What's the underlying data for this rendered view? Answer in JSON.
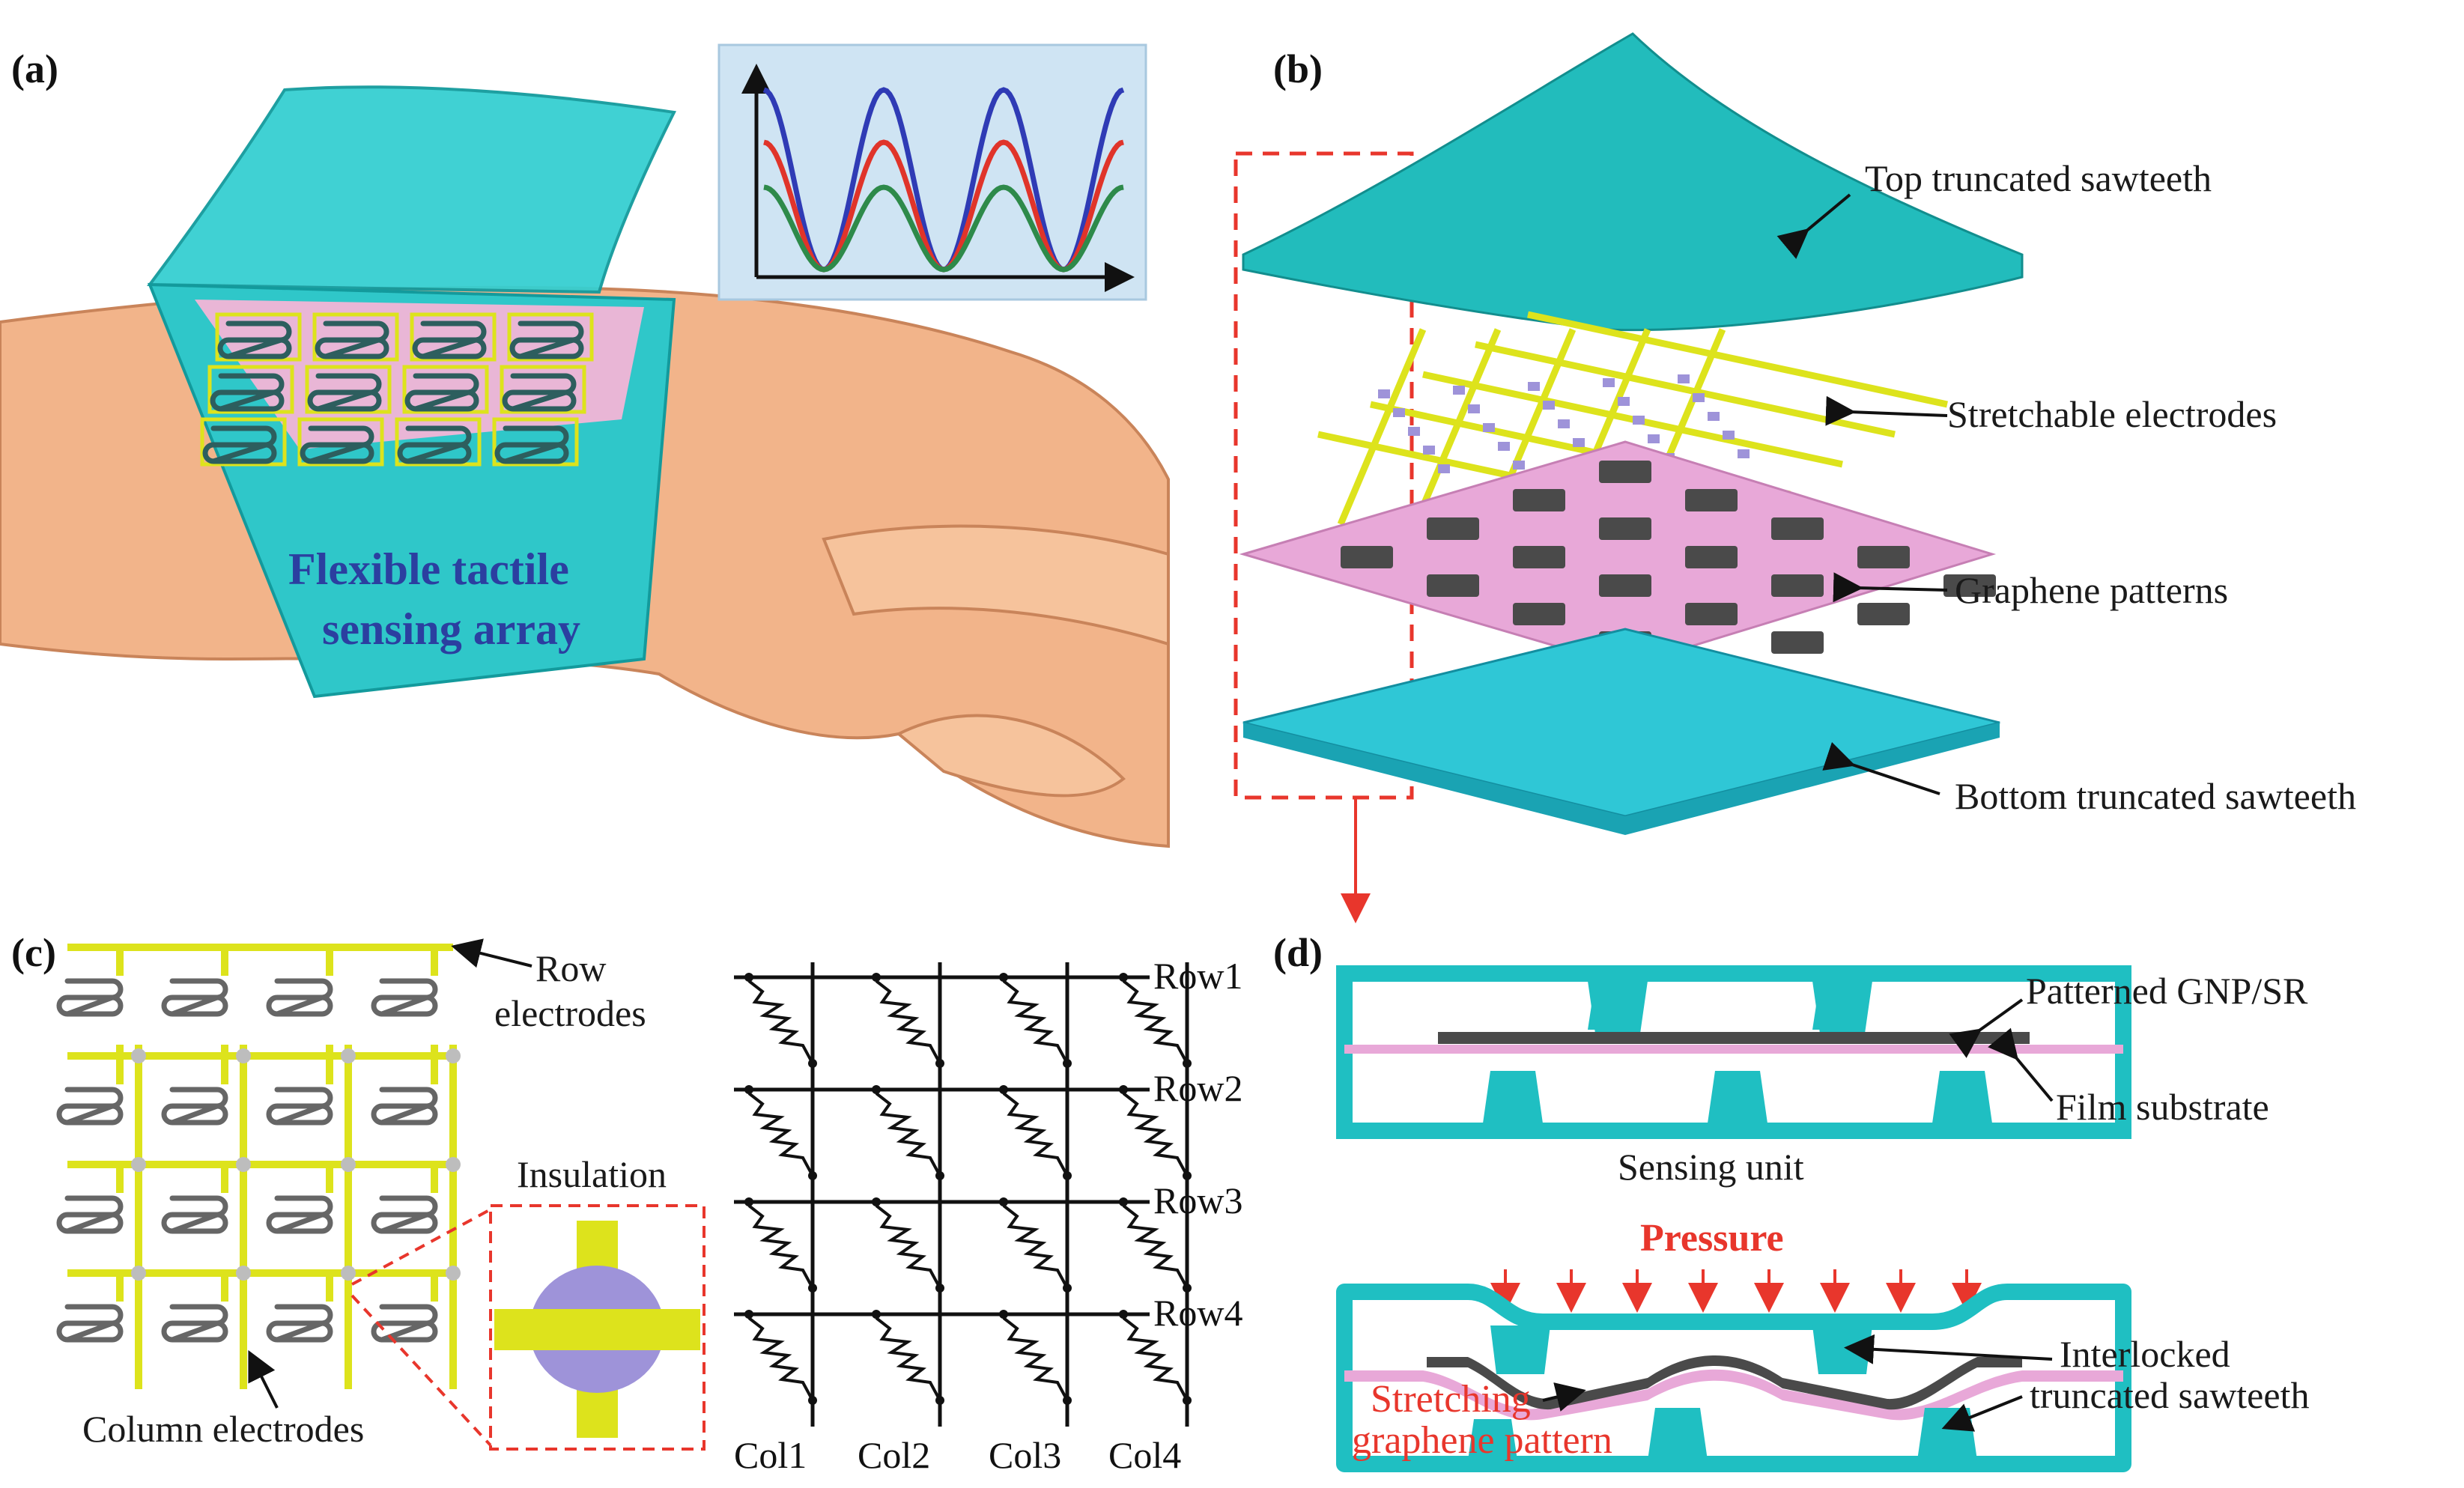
{
  "panels": {
    "a": "(a)",
    "b": "(b)",
    "c": "(c)",
    "d": "(d)"
  },
  "panel_a": {
    "caption_line1": "Flexible tactile",
    "caption_line2": "sensing array"
  },
  "panel_b": {
    "layers": [
      "Top truncated sawteeth",
      "Stretchable electrodes",
      "Graphene patterns",
      "Bottom truncated sawteeth"
    ]
  },
  "panel_c": {
    "row_electrodes_line1": "Row",
    "row_electrodes_line2": "electrodes",
    "column_electrodes": "Column electrodes",
    "insulation": "Insulation",
    "rows": [
      "Row1",
      "Row2",
      "Row3",
      "Row4"
    ],
    "cols": [
      "Col1",
      "Col2",
      "Col3",
      "Col4"
    ]
  },
  "panel_d": {
    "patterned": "Patterned GNP/SR",
    "film": "Film substrate",
    "sensing_unit": "Sensing unit",
    "pressure": "Pressure",
    "interlocked_line1": "Interlocked",
    "interlocked_line2": "truncated sawteeth",
    "stretching_line1": "Stretching",
    "stretching_line2": "graphene pattern"
  },
  "colors": {
    "teal": "#1fbfc2",
    "yellow": "#dde31c",
    "pink": "#e8a8d8",
    "graphene": "#555555",
    "skin": "#f2b48a",
    "red": "#e8362c",
    "wave_blue": "#2f3bb5",
    "wave_red": "#e0342a",
    "wave_green": "#2e8a4a"
  }
}
